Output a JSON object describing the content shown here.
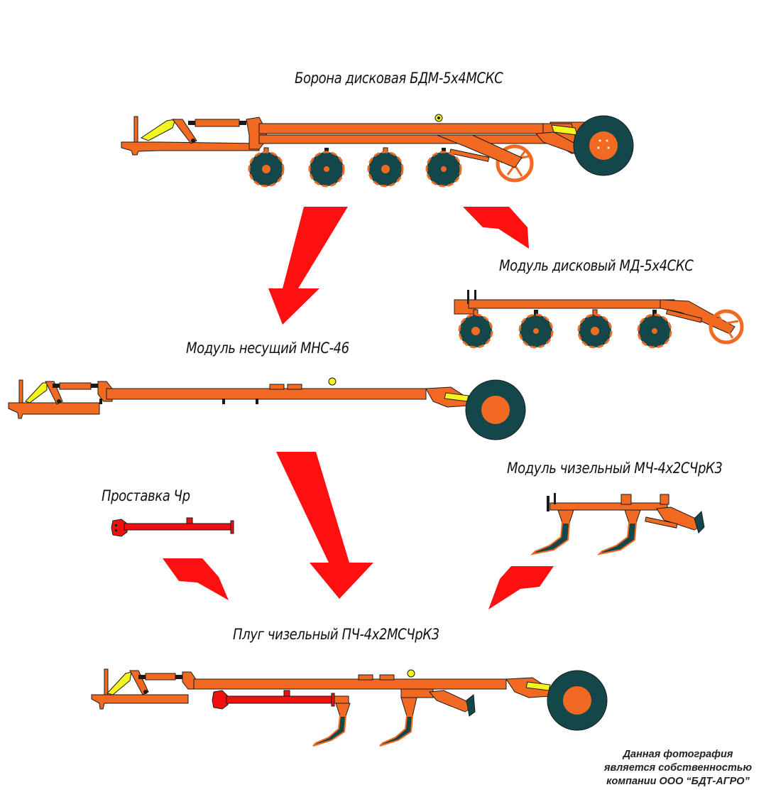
{
  "diagram": {
    "colors": {
      "frame": "#f26a21",
      "outline": "#1a1a1a",
      "disc": "#14474a",
      "hydraulic": "#f5f51e",
      "insert": "#f01010",
      "arrow": "#ff1010"
    },
    "machines": {
      "harrow": {
        "label": "Борона дисковая БДМ-5х4МСКС",
        "disc_count": 4
      },
      "disc_module": {
        "label": "Модуль дисковый МД-5х4СКС",
        "disc_count": 4
      },
      "carrier_module": {
        "label": "Модуль несущий МНС-46"
      },
      "chisel_module": {
        "label": "Модуль чизельный МЧ-4х2СЧрК3",
        "tine_count": 2
      },
      "spacer": {
        "label": "Проставка Чр"
      },
      "chisel_plough": {
        "label": "Плуг чизельный ПЧ-4х2МСЧрК3",
        "tine_count": 2
      }
    },
    "arrows": [
      {
        "from": "harrow",
        "to": "carrier_module"
      },
      {
        "from": "harrow",
        "to": "disc_module"
      },
      {
        "from": "spacer",
        "to": "chisel_plough"
      },
      {
        "from": "carrier_module",
        "to": "chisel_plough"
      },
      {
        "from": "chisel_module",
        "to": "chisel_plough"
      }
    ],
    "copyright": {
      "line1": "Данная фотография",
      "line2": "является собственностью",
      "line3": "компании ООО “БДТ-АГРО”"
    }
  }
}
